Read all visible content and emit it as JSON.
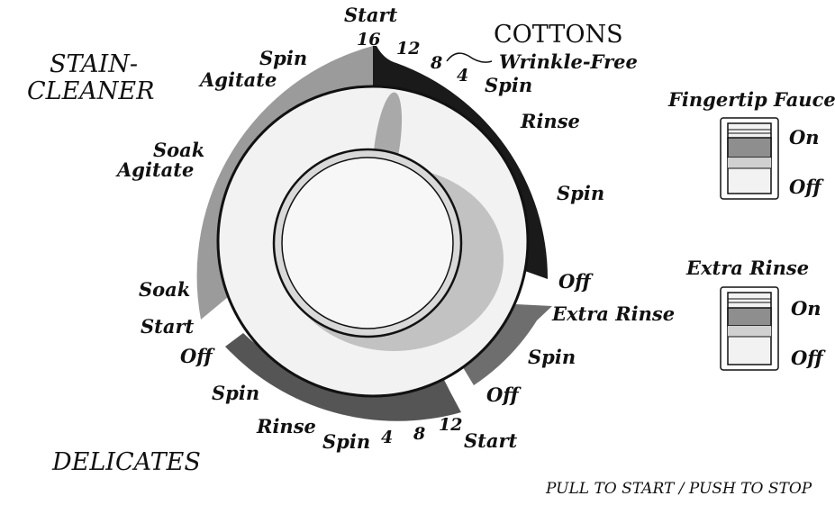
{
  "colors": {
    "cottons_band": "#1a1a1a",
    "stain_band": "#9b9b9b",
    "delicates_band": "#555555",
    "extra_rinse_band": "#6e6e6e",
    "dial_face": "#f2f2f2",
    "knob": "#f7f7f7"
  },
  "sections": {
    "cottons": "COTTONS",
    "stain_line1": "STAIN-",
    "stain_line2": "CLEANER",
    "delicates": "DELICATES"
  },
  "dial": {
    "cottons": {
      "start": "Start",
      "n16": "16",
      "n12": "12",
      "n8": "8",
      "n4": "4",
      "wrinkle_free": "Wrinkle-Free",
      "spin1": "Spin",
      "rinse": "Rinse",
      "spin2": "Spin",
      "off": "Off"
    },
    "extra": {
      "extra_rinse": "Extra Rinse",
      "spin": "Spin",
      "off": "Off"
    },
    "delicates": {
      "start": "Start",
      "n12": "12",
      "n8": "8",
      "n4": "4",
      "spin2": "Spin",
      "rinse": "Rinse",
      "spin1": "Spin",
      "off": "Off"
    },
    "stain": {
      "start": "Start",
      "soak": "Soak",
      "soak_agitate_1": "Soak",
      "soak_agitate_2": "Agitate",
      "agitate": "Agitate",
      "spin": "Spin"
    }
  },
  "switches": {
    "fingertip": {
      "title": "Fingertip Faucet",
      "on": "On",
      "off": "Off"
    },
    "extra_rinse": {
      "title": "Extra Rinse",
      "on": "On",
      "off": "Off"
    }
  },
  "footer": "PULL TO START / PUSH TO STOP"
}
